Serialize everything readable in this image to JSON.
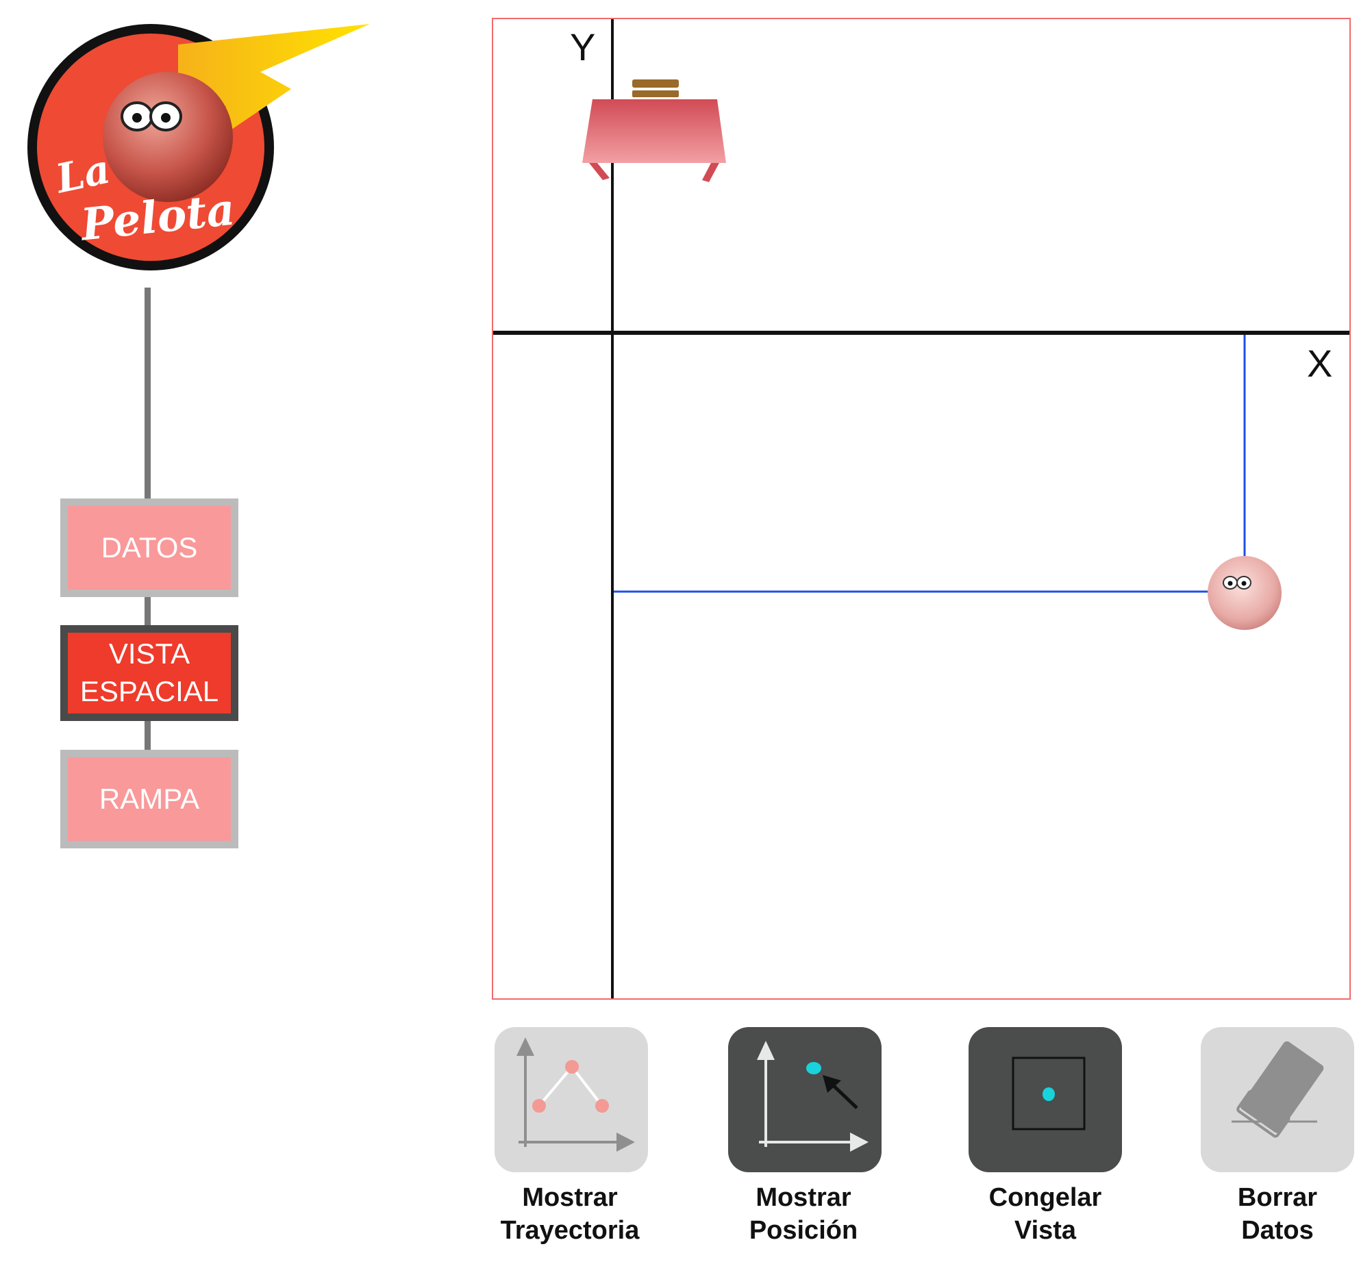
{
  "app": {
    "logo_line1": "La",
    "logo_line2": "Pelota"
  },
  "nav": {
    "items": [
      {
        "label_lines": [
          "DATOS"
        ],
        "active": false
      },
      {
        "label_lines": [
          "VISTA",
          "ESPACIAL"
        ],
        "active": true
      },
      {
        "label_lines": [
          "RAMPA"
        ],
        "active": false
      }
    ]
  },
  "space_view": {
    "y_axis_label": "Y",
    "x_axis_label": "X",
    "position_guide_color": "#1f4fe8",
    "frame_color": "#f26a6a"
  },
  "toolbar": {
    "items": [
      {
        "icon": "show-trajectory-icon",
        "label_lines": [
          "Mostrar",
          "Trayectoria"
        ],
        "active": false
      },
      {
        "icon": "show-position-icon",
        "label_lines": [
          "Mostrar",
          "Posición"
        ],
        "active": true
      },
      {
        "icon": "freeze-view-icon",
        "label_lines": [
          "Congelar",
          "Vista"
        ],
        "active": true
      },
      {
        "icon": "erase-data-icon",
        "label_lines": [
          "Borrar",
          "Datos"
        ],
        "active": false
      }
    ]
  },
  "colors": {
    "brand_red": "#ee3b2b",
    "nav_inactive": "#f9999a",
    "accent_cyan": "#19d3dc"
  }
}
